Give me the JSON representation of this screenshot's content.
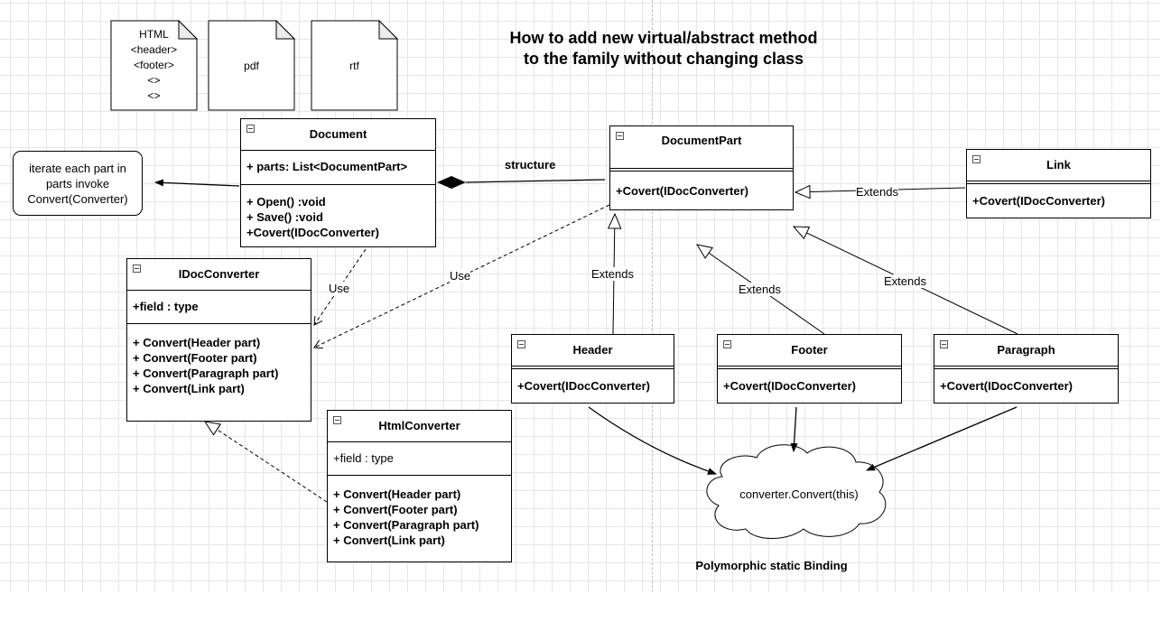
{
  "title": {
    "line1": "How to add new virtual/abstract method",
    "line2": "to the family without changing class"
  },
  "documents": {
    "html": {
      "lines": [
        "HTML",
        "<header>",
        "<footer>",
        "<>",
        "<>"
      ]
    },
    "pdf": {
      "label": "pdf"
    },
    "rtf": {
      "label": "rtf"
    }
  },
  "classes": {
    "document": {
      "name": "Document",
      "attributes": [
        "+ parts: List<DocumentPart>"
      ],
      "methods": [
        "+ Open() :void",
        "+ Save() :void",
        "+Covert(IDocConverter)"
      ]
    },
    "document_part": {
      "name": "DocumentPart",
      "methods": [
        "+Covert(IDocConverter)"
      ]
    },
    "link": {
      "name": "Link",
      "methods": [
        "+Covert(IDocConverter)"
      ]
    },
    "idoc_converter": {
      "name": "IDocConverter",
      "attributes": [
        "+field : type"
      ],
      "methods": [
        "+ Convert(Header part)",
        "+ Convert(Footer part)",
        "+ Convert(Paragraph part)",
        "+ Convert(Link part)"
      ]
    },
    "html_converter": {
      "name": "HtmlConverter",
      "attributes": [
        "+field : type"
      ],
      "methods": [
        "+ Convert(Header part)",
        "+ Convert(Footer part)",
        "+ Convert(Paragraph part)",
        "+ Convert(Link part)"
      ]
    },
    "header": {
      "name": "Header",
      "methods": [
        "+Covert(IDocConverter)"
      ]
    },
    "footer": {
      "name": "Footer",
      "methods": [
        "+Covert(IDocConverter)"
      ]
    },
    "paragraph": {
      "name": "Paragraph",
      "methods": [
        "+Covert(IDocConverter)"
      ]
    }
  },
  "note": {
    "lines": [
      "iterate each part in",
      "parts invoke",
      "Convert(Converter)"
    ]
  },
  "edge_labels": {
    "structure": "structure",
    "use_document": "Use",
    "use_part": "Use",
    "extends_link": "Extends",
    "extends_header": "Extends",
    "extends_footer": "Extends",
    "extends_paragraph": "Extends"
  },
  "cloud": {
    "label": "converter.Convert(this)"
  },
  "caption": "Polymorphic static Binding"
}
